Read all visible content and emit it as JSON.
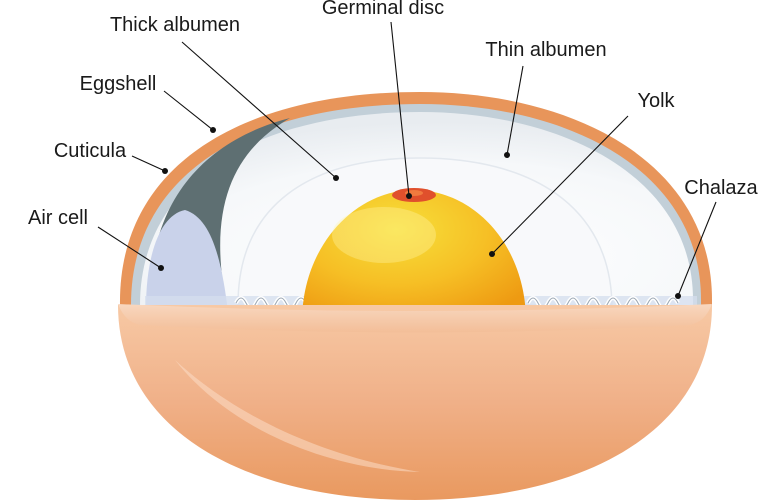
{
  "labels": {
    "germinal_disc": "Germinal disc",
    "thick_albumen": "Thick albumen",
    "thin_albumen": "Thin albumen",
    "eggshell": "Eggshell",
    "yolk": "Yolk",
    "cuticula": "Cuticula",
    "chalaza": "Chalaza",
    "air_cell": "Air cell"
  },
  "colors": {
    "shell_orange": "#E8955A",
    "shell_inner": "#F4C2A0",
    "membrane": "#B9C9D3",
    "air_cell": "#C9D2EA",
    "thick_albumen_dark": "#5E6F72",
    "thin_albumen": "#F1F3F6",
    "yolk_center": "#F7E03A",
    "yolk_edge": "#EE9A12",
    "germinal_disc": "#E0502C",
    "label_text": "#1a1a1a"
  }
}
